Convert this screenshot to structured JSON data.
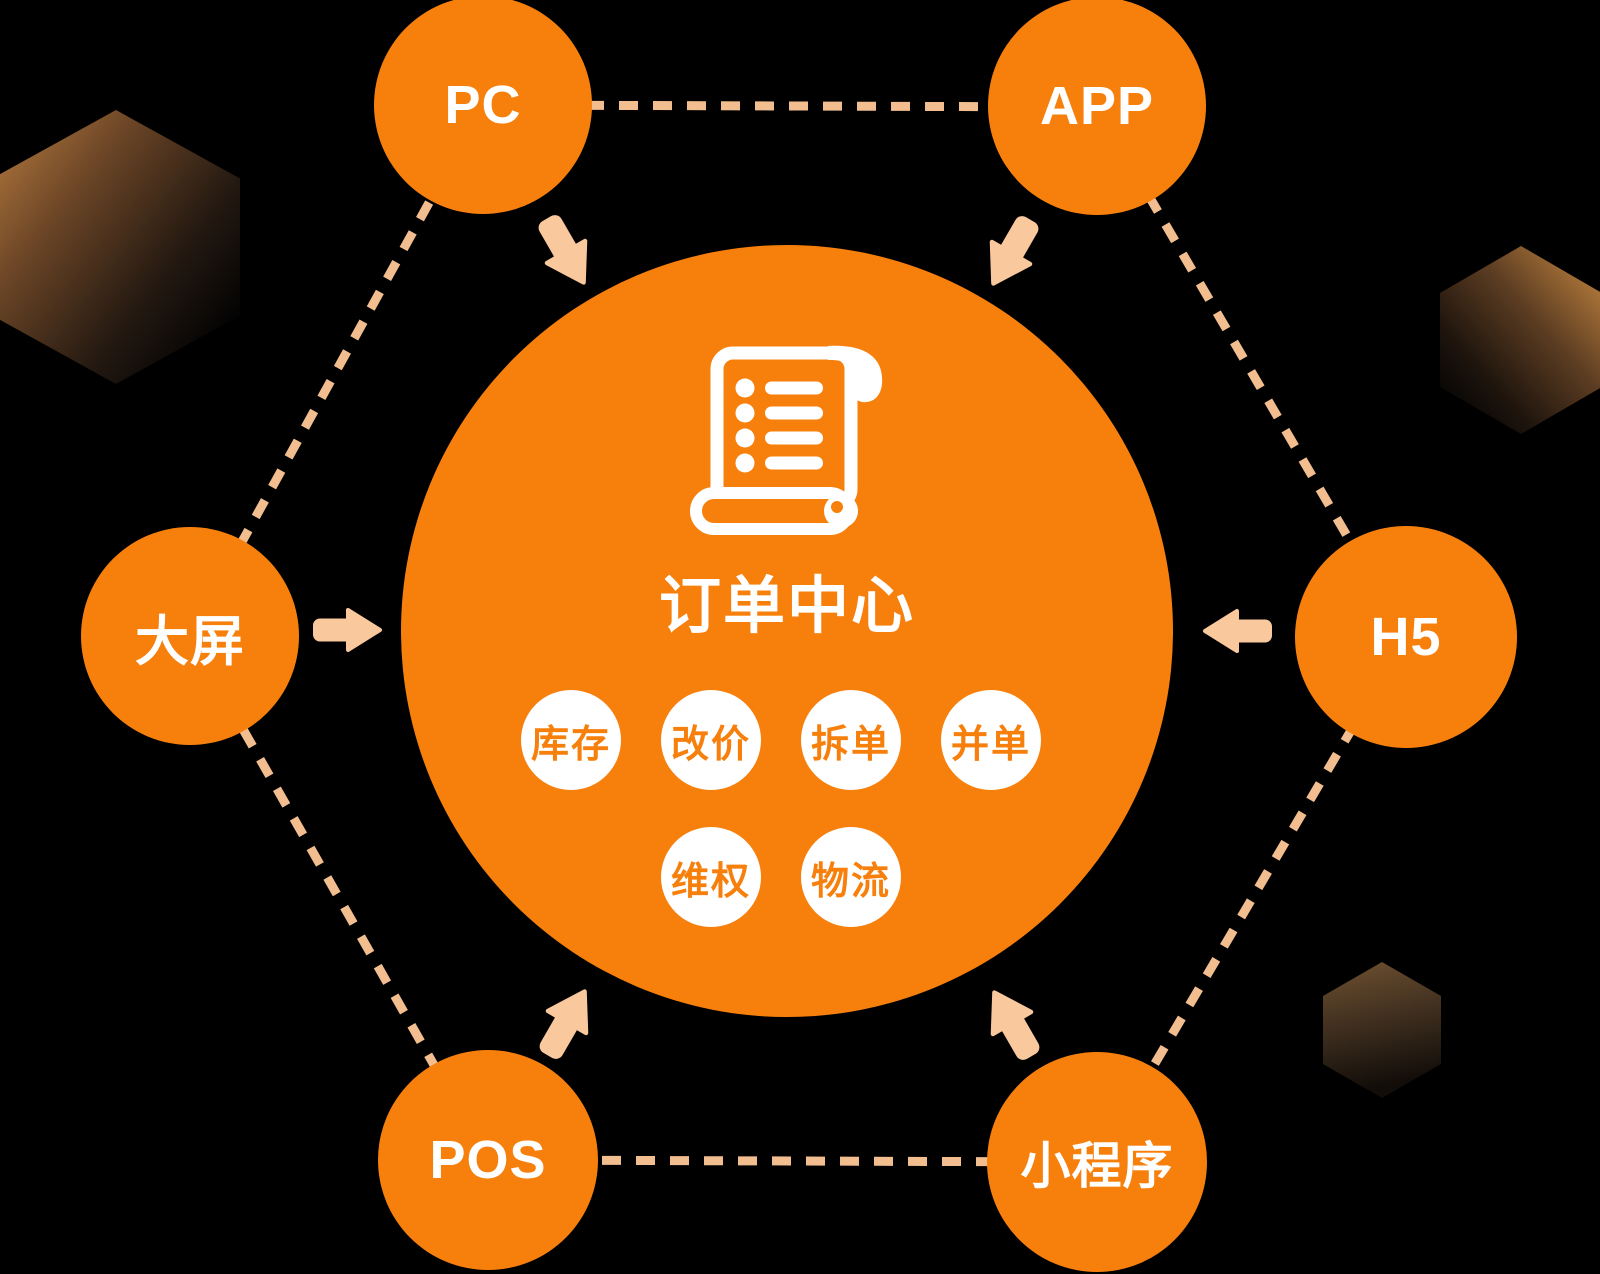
{
  "center": {
    "title": "订单中心",
    "icon": "order-list-scroll-icon",
    "features": [
      "库存",
      "改价",
      "拆单",
      "并单",
      "维权",
      "物流"
    ]
  },
  "nodes": [
    {
      "label": "PC"
    },
    {
      "label": "APP"
    },
    {
      "label": "大屏"
    },
    {
      "label": "H5"
    },
    {
      "label": "POS"
    },
    {
      "label": "小程序"
    }
  ],
  "palette": {
    "circle_orange": "#F7800D",
    "connector_peach": "#F3BE8F",
    "arrow_peach": "#FAC89D",
    "label_white": "#FFFFFF",
    "background_black": "#000000"
  }
}
